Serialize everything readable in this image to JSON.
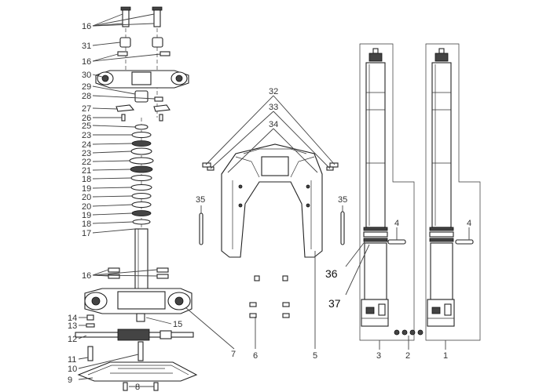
{
  "callouts": {
    "c16a": "16",
    "c31": "31",
    "c16b": "16",
    "c30": "30",
    "c29": "29",
    "c28": "28",
    "c27": "27",
    "c26": "26",
    "c25": "25",
    "c23a": "23",
    "c24": "24",
    "c23b": "23",
    "c22": "22",
    "c21": "21",
    "c18a": "18",
    "c19a": "19",
    "c20a": "20",
    "c20b": "20",
    "c19b": "19",
    "c18b": "18",
    "c17": "17",
    "c16c": "16",
    "c14": "14",
    "c13": "13",
    "c12": "12",
    "c11": "11",
    "c10": "10",
    "c9": "9",
    "c8": "8",
    "c15": "15",
    "c7": "7",
    "c32": "32",
    "c33": "33",
    "c34": "34",
    "c35a": "35",
    "c35b": "35",
    "c6": "6",
    "c5": "5",
    "c36": "36",
    "c37": "37",
    "c4a": "4",
    "c4b": "4",
    "c3": "3",
    "c2": "2",
    "c1": "1"
  },
  "icons": {
    "diagram": "exploded-front-fork-assembly"
  }
}
